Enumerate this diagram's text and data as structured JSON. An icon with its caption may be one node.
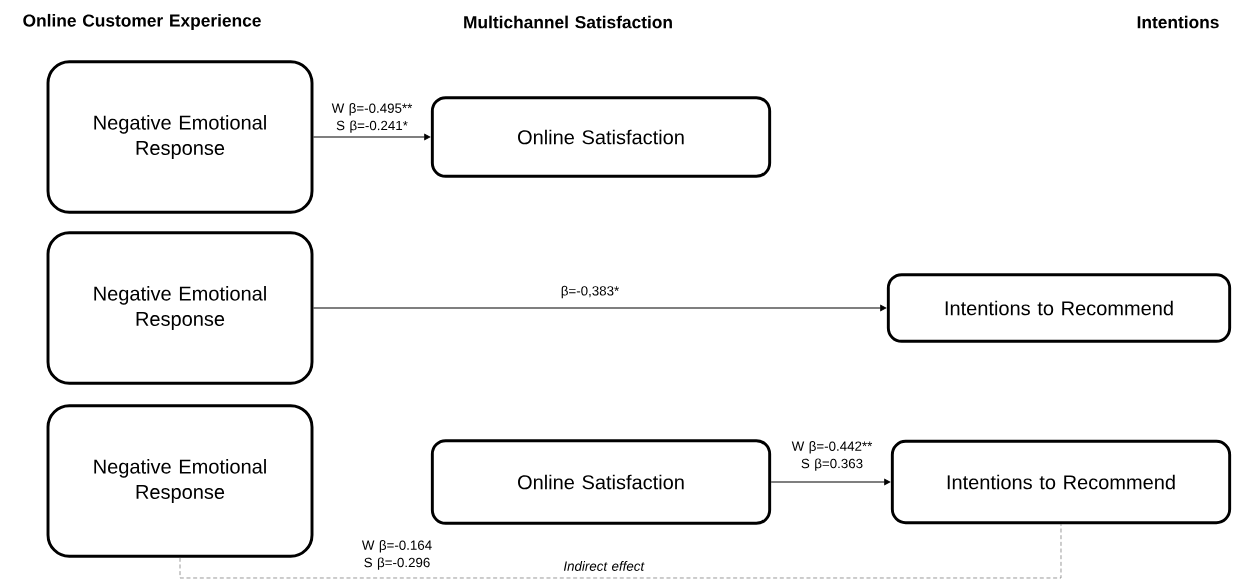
{
  "diagram": {
    "nodes": [
      {
        "text": [
          "Negative Emotional Response"
        ]
      },
      {
        "text": [
          "Online Satisfaction"
        ]
      },
      {
        "text": [
          "Negative Emotional Response"
        ]
      },
      {
        "text": [
          "Intentions to Recommend"
        ]
      },
      {
        "text": [
          "Negative Emotional Response"
        ]
      },
      {
        "text": [
          "Online Satisfaction"
        ]
      },
      {
        "text": [
          "Intentions to Recommend"
        ]
      }
    ],
    "edges": [
      {
        "from": 0,
        "to": 1,
        "arrow": "to",
        "label": "W β=-0.495** S β=-0.241*"
      },
      {
        "from": 2,
        "to": 3,
        "arrow": "to",
        "label": "β=-0,383*"
      },
      {
        "from": 5,
        "to": 6,
        "arrow": "to",
        "label": "W β=-0.442** S β=0.363"
      },
      {
        "from": 4,
        "to": 6,
        "arrow": "none",
        "style": "dashed",
        "color": "#666666",
        "label": "*Indirect effect*"
      }
    ],
    "labels": [
      "Online Customer Experience",
      "Multichannel Satisfaction",
      "Intentions",
      "W β=-0.164 S β=-0.296"
    ]
  }
}
